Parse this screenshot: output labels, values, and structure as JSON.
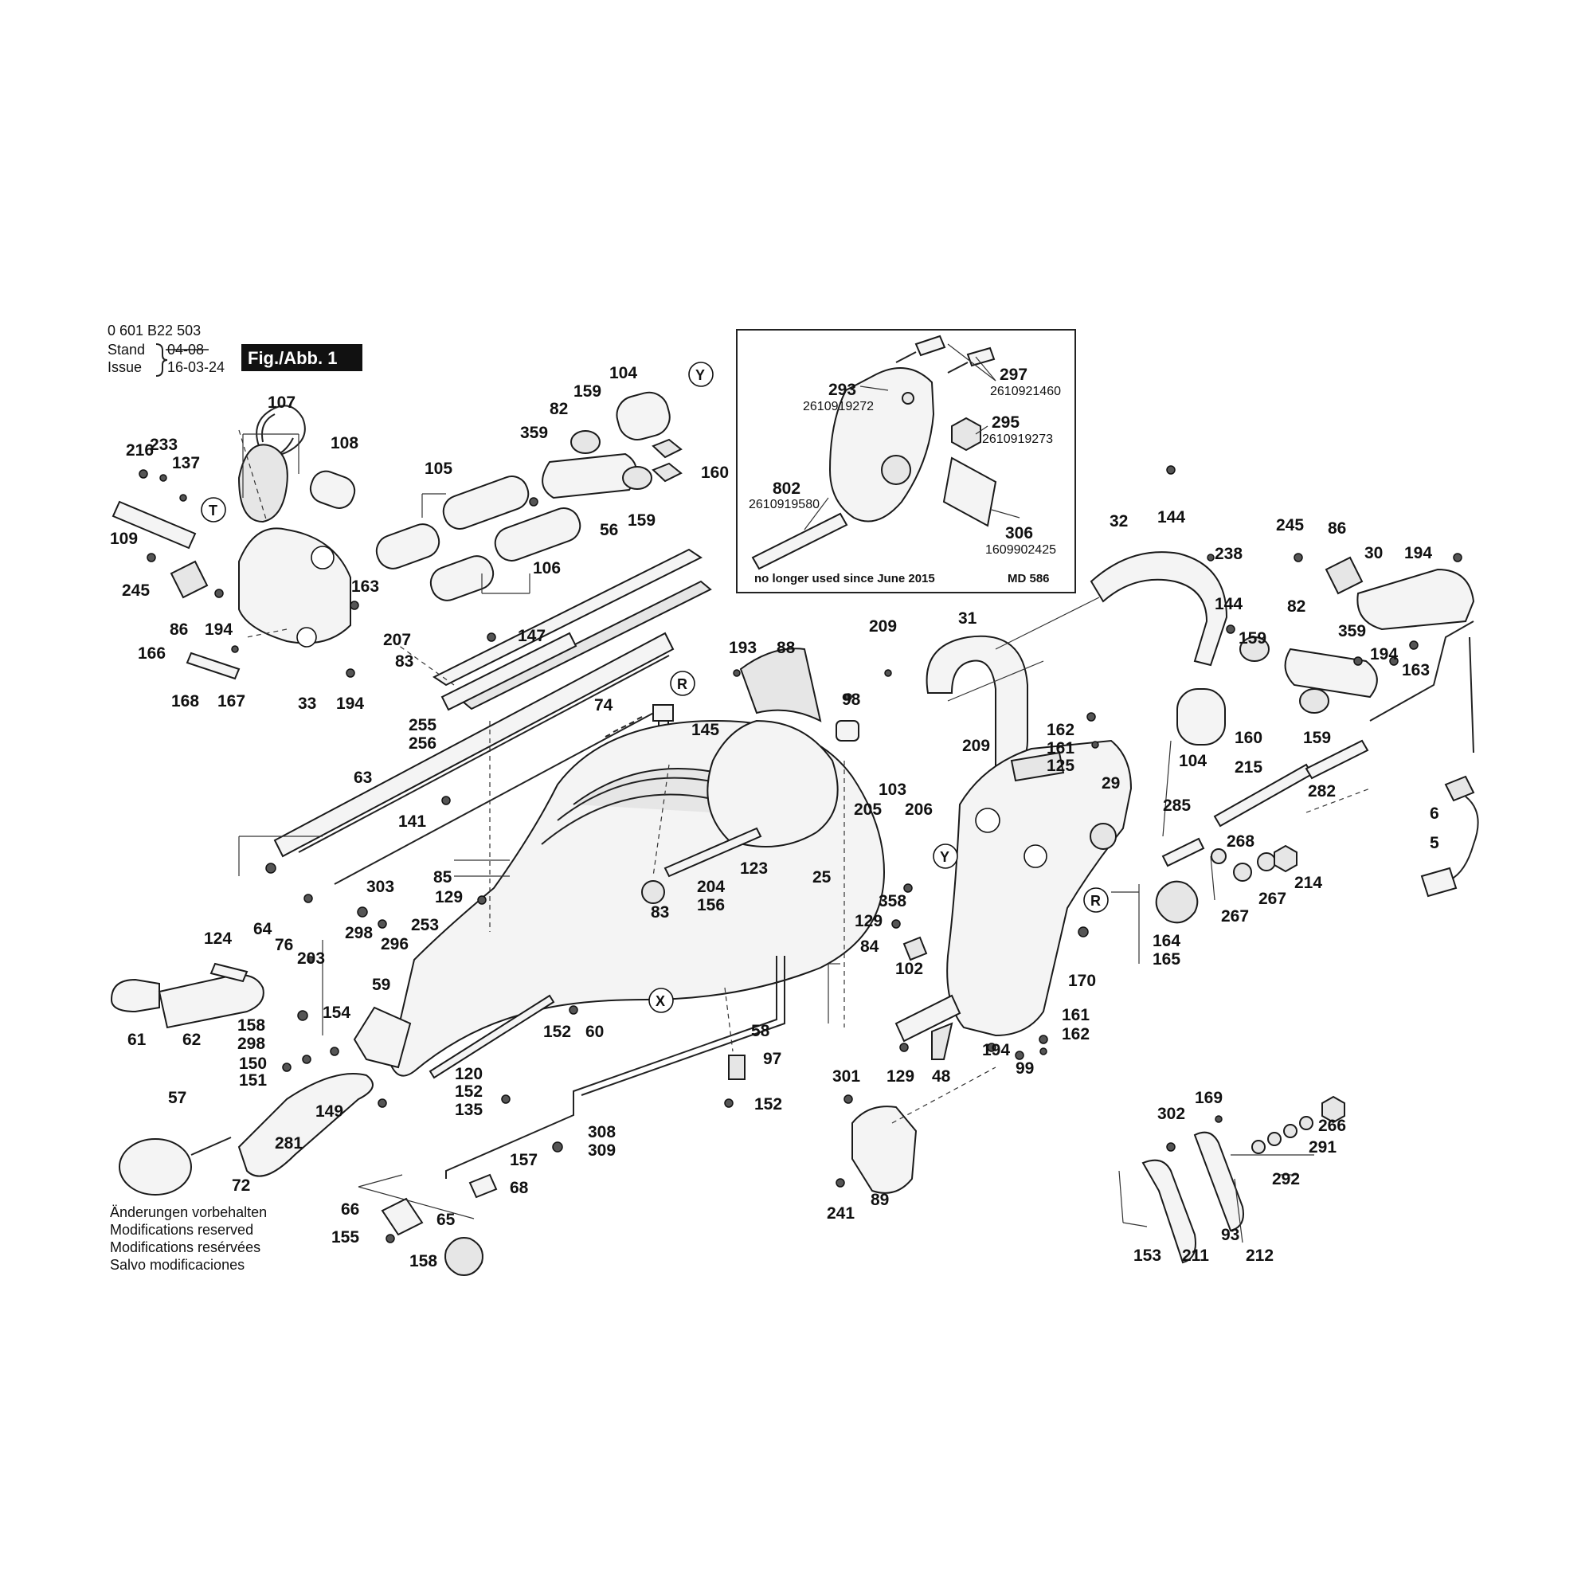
{
  "header": {
    "model_number": "0 601 B22 503",
    "stand_label": "Stand",
    "stand_date_struck": "04-08",
    "issue_label": "Issue",
    "issue_date": "16-03-24",
    "figure_badge": "Fig./Abb. 1"
  },
  "inset": {
    "notice": "no longer used since June 2015",
    "code": "MD 586",
    "parts": [
      {
        "num": "293",
        "part_no": "2610919272"
      },
      {
        "num": "297",
        "part_no": "2610921460"
      },
      {
        "num": "295",
        "part_no": "2610919273"
      },
      {
        "num": "802",
        "part_no": "2610919580"
      },
      {
        "num": "306",
        "part_no": "1609902425"
      }
    ]
  },
  "reference_markers": [
    "Y",
    "T",
    "R",
    "X",
    "Y",
    "R"
  ],
  "callouts": [
    "107",
    "108",
    "216",
    "233",
    "137",
    "109",
    "245",
    "86",
    "194",
    "166",
    "168",
    "167",
    "33",
    "194",
    "163",
    "207",
    "83",
    "105",
    "106",
    "359",
    "82",
    "159",
    "104",
    "160",
    "159",
    "56",
    "147",
    "255",
    "256",
    "74",
    "145",
    "63",
    "141",
    "303",
    "298",
    "296",
    "64",
    "76",
    "203",
    "253",
    "85",
    "129",
    "204",
    "156",
    "123",
    "83",
    "25",
    "124",
    "154",
    "61",
    "62",
    "158",
    "298",
    "59",
    "150",
    "151",
    "57",
    "72",
    "281",
    "149",
    "152",
    "60",
    "120",
    "152",
    "135",
    "58",
    "97",
    "152",
    "308",
    "309",
    "157",
    "68",
    "66",
    "65",
    "155",
    "158",
    "193",
    "88",
    "98",
    "103",
    "205",
    "206",
    "209",
    "31",
    "209",
    "162",
    "161",
    "125",
    "29",
    "32",
    "144",
    "238",
    "144",
    "159",
    "82",
    "359",
    "245",
    "86",
    "30",
    "194",
    "194",
    "163",
    "160",
    "159",
    "104",
    "215",
    "282",
    "285",
    "268",
    "267",
    "214",
    "267",
    "164",
    "165",
    "358",
    "129",
    "84",
    "102",
    "170",
    "161",
    "162",
    "194",
    "99",
    "129",
    "48",
    "6",
    "5",
    "301",
    "241",
    "89",
    "302",
    "169",
    "266",
    "291",
    "292",
    "153",
    "211",
    "93",
    "212"
  ],
  "footer_notes": [
    "Änderungen vorbehalten",
    "Modifications reserved",
    "Modifications resérvées",
    "Salvo modificaciones"
  ]
}
